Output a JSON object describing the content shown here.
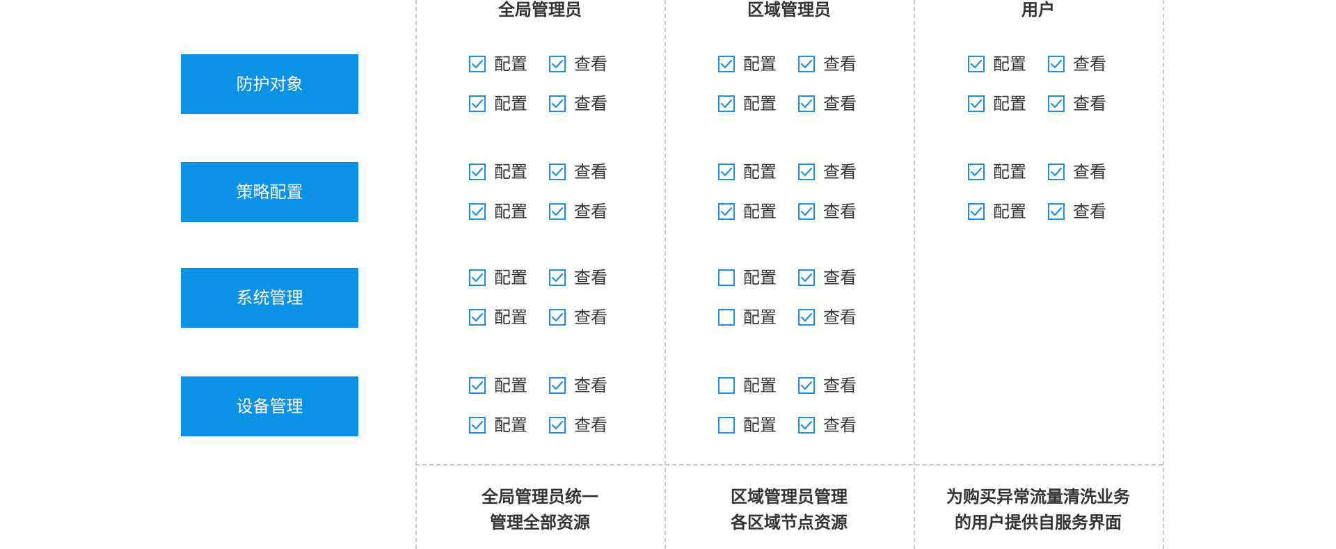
{
  "colors": {
    "accent": "#0a92e6",
    "checkbox_border": "#1e90e0",
    "text": "#333333",
    "divider": "#c8c8c8"
  },
  "columns": [
    {
      "header": "全局管理员",
      "description": [
        "全局管理员统一",
        "管理全部资源"
      ]
    },
    {
      "header": "区域管理员",
      "description": [
        "区域管理员管理",
        "各区域节点资源"
      ]
    },
    {
      "header": "用户",
      "description": [
        "为购买异常流量清洗业务",
        "的用户提供自服务界面"
      ]
    }
  ],
  "rows": [
    {
      "label": "防护对象",
      "permissions": [
        [
          [
            true,
            true
          ],
          [
            true,
            true
          ]
        ],
        [
          [
            true,
            true
          ],
          [
            true,
            true
          ]
        ],
        [
          [
            true,
            true
          ],
          [
            true,
            true
          ]
        ]
      ]
    },
    {
      "label": "策略配置",
      "permissions": [
        [
          [
            true,
            true
          ],
          [
            true,
            true
          ]
        ],
        [
          [
            true,
            true
          ],
          [
            true,
            true
          ]
        ],
        [
          [
            true,
            true
          ],
          [
            true,
            true
          ]
        ]
      ]
    },
    {
      "label": "系统管理",
      "permissions": [
        [
          [
            true,
            true
          ],
          [
            true,
            true
          ]
        ],
        [
          [
            false,
            true
          ],
          [
            false,
            true
          ]
        ],
        []
      ]
    },
    {
      "label": "设备管理",
      "permissions": [
        [
          [
            true,
            true
          ],
          [
            true,
            true
          ]
        ],
        [
          [
            false,
            true
          ],
          [
            false,
            true
          ]
        ],
        []
      ]
    }
  ],
  "labels": {
    "config": "配置",
    "view": "查看"
  },
  "icons": {
    "checked": "checkmark-icon",
    "unchecked": "empty-checkbox-icon"
  }
}
